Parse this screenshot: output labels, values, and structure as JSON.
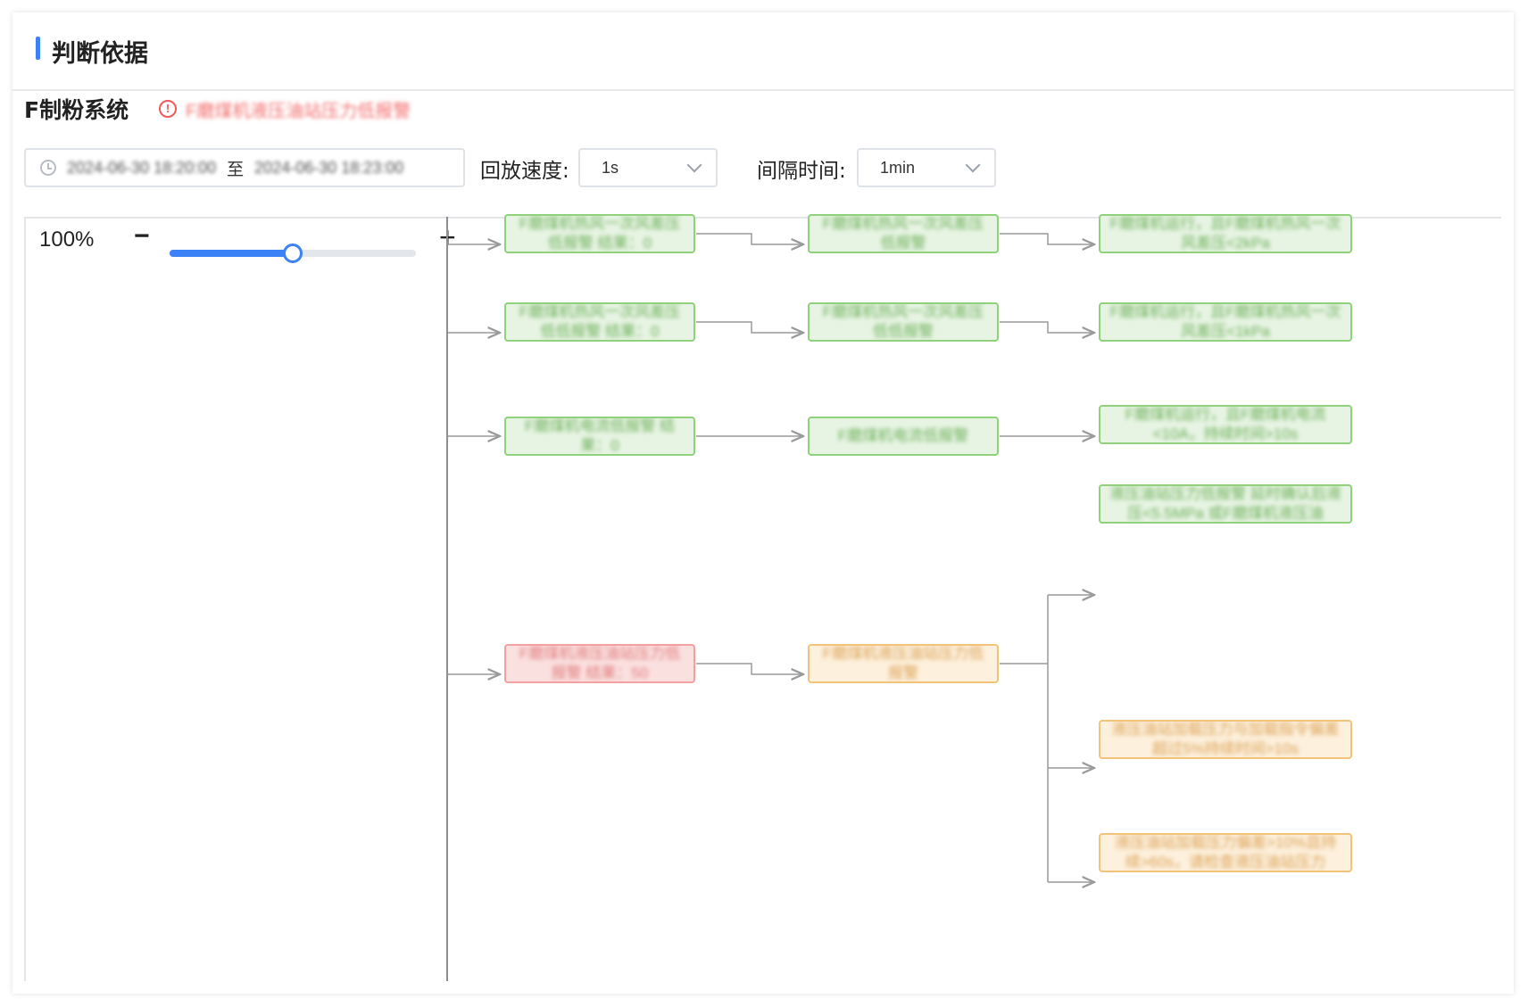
{
  "panel": {
    "title": "判断依据",
    "system_name": "F制粉系统",
    "alert_text": "F磨煤机液压油站压力低报警"
  },
  "filters": {
    "date_start": "2024-06-30 18:20:00",
    "date_sep": "至",
    "date_end": "2024-06-30 18:23:00",
    "playback_label": "回放速度:",
    "playback_value": "1s",
    "interval_label": "间隔时间:",
    "interval_value": "1min"
  },
  "zoom": {
    "label": "100%",
    "minus": "−",
    "plus": "+",
    "level_fraction": 0.5
  },
  "nodes": {
    "n1": "F磨煤机热风一次风差压低报警 结果：0",
    "n2": "F磨煤机热风一次风差压低报警",
    "n3": "F磨煤机运行，且F磨煤机热风一次风差压<2kPa",
    "n4": "F磨煤机热风一次风差压低低报警 结果：0",
    "n5": "F磨煤机热风一次风差压低低报警",
    "n6": "F磨煤机运行，且F磨煤机热风一次风差压<1kPa",
    "n7": "F磨煤机电流低报警 结果：0",
    "n8": "F磨煤机电流低报警",
    "n9": "F磨煤机运行，且F磨煤机电流<10A，持续时间>10s",
    "n10": "液压油站压力低报警 延时确认后液压<5.5MPa 或F磨煤机液压油",
    "n11": "F磨煤机液压油站压力低报警 结果：50",
    "n12": "F磨煤机液压油站压力低报警",
    "n13": "液压油站加载压力与加载指令偏差超过5%持续时间>10s",
    "n14": "液压油站加载压力偏差>10%且持续>60s，请检查液压油站压力"
  },
  "colors": {
    "accent": "#3b82f6",
    "alert": "#f05a5a",
    "node_green": "#8fd27b",
    "node_red": "#f2a0a0",
    "node_orange": "#f1c47a"
  }
}
